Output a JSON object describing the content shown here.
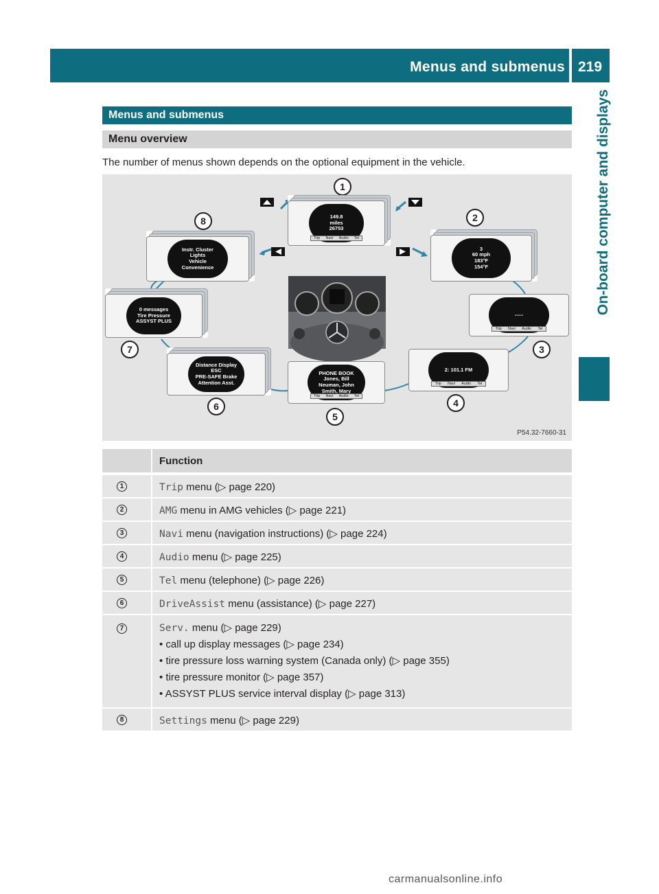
{
  "header": {
    "title": "Menus and submenus",
    "page_number": "219"
  },
  "side_tab": {
    "label": "On-board computer and displays"
  },
  "section": {
    "heading": "Menus and submenus",
    "subheading": "Menu overview",
    "intro": "The number of menus shown depends on the optional equipment in the vehicle."
  },
  "figure": {
    "code": "P54.32-7660-31",
    "callouts": [
      "1",
      "2",
      "3",
      "4",
      "5",
      "6",
      "7",
      "8"
    ],
    "screens": {
      "trip": [
        "149.8",
        "miles",
        "26753"
      ],
      "amg": [
        "3",
        "60 mph",
        "183°F",
        "154°F"
      ],
      "navi": [
        "-----"
      ],
      "audio": [
        "2: 101.1 FM"
      ],
      "tel": [
        "PHONE BOOK",
        "Jones, Bill",
        "Neuman, John",
        "Smith, Mary"
      ],
      "driveassist": [
        "Distance Display",
        "ESC",
        "PRE-SAFE Brake",
        "Attention Asst."
      ],
      "serv": [
        "0 messages",
        "Tire Pressure",
        "ASSYST PLUS"
      ],
      "settings": [
        "Instr. Cluster",
        "Lights",
        "Vehicle",
        "Convenience"
      ]
    },
    "bar_items": [
      "Trip",
      "Navi",
      "Audio",
      "Tel"
    ]
  },
  "table": {
    "header": "Function",
    "rows": [
      {
        "num": "1",
        "code": "Trip",
        "text": " menu (▷ page 220)"
      },
      {
        "num": "2",
        "code": "AMG",
        "text": " menu in AMG vehicles (▷ page 221)"
      },
      {
        "num": "3",
        "code": "Navi",
        "text": " menu (navigation instructions) (▷ page 224)"
      },
      {
        "num": "4",
        "code": "Audio",
        "text": " menu (▷ page 225)"
      },
      {
        "num": "5",
        "code": "Tel",
        "text": " menu (telephone) (▷ page 226)"
      },
      {
        "num": "6",
        "code": "DriveAssist",
        "text": " menu (assistance) (▷ page 227)"
      },
      {
        "num": "7",
        "code": "Serv.",
        "text": " menu (▷ page 229)",
        "bullets": [
          "call up display messages (▷ page 234)",
          "tire pressure loss warning system (Canada only) (▷ page 355)",
          "tire pressure monitor (▷ page 357)",
          "ASSYST PLUS service interval display (▷ page 313)"
        ]
      },
      {
        "num": "8",
        "code": "Settings",
        "text": " menu (▷ page 229)"
      }
    ]
  },
  "watermark": "carmanualsonline.info"
}
